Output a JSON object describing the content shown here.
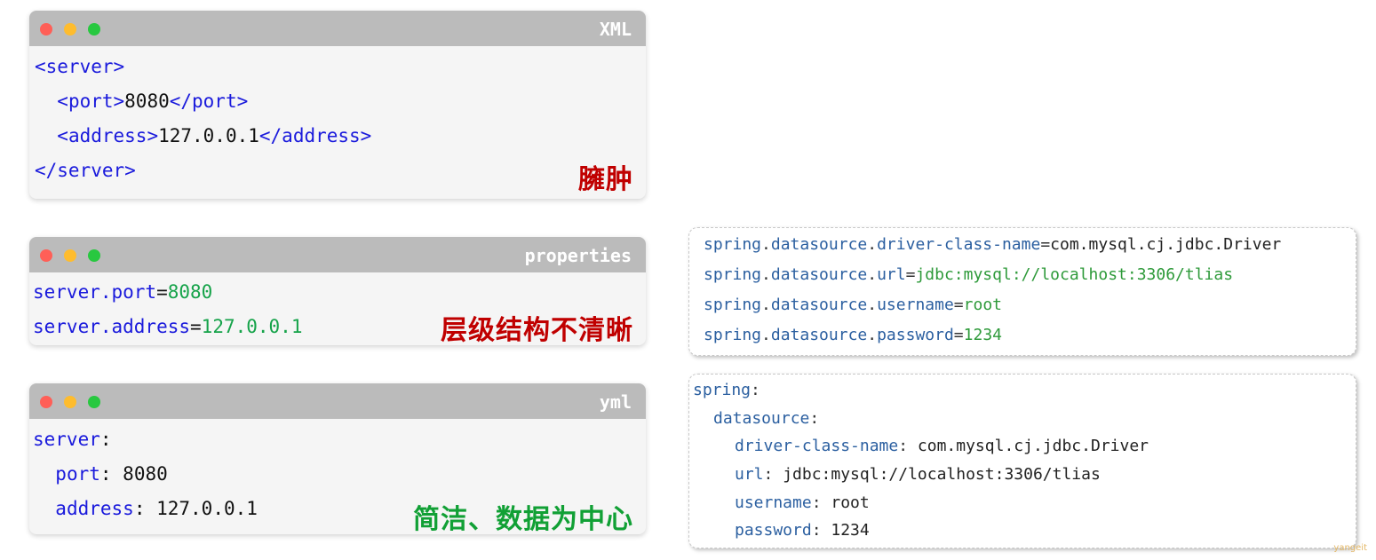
{
  "xml": {
    "lang": "XML",
    "lines": [
      "<server>",
      "<port>",
      "8080",
      "</port>",
      "<address>",
      "127.0.0.1",
      "</address>",
      "</server>"
    ],
    "note": "臃肿"
  },
  "properties": {
    "lang": "properties",
    "lines": [
      {
        "key": "server.port",
        "eq": "=",
        "val": "8080"
      },
      {
        "key": "server.address",
        "eq": "=",
        "val": "127.0.0.1"
      }
    ],
    "note": "层级结构不清晰"
  },
  "yml": {
    "lang": "yml",
    "lines": [
      {
        "key": "server",
        "sep": ":",
        "val": ""
      },
      {
        "key": "port",
        "sep": ":",
        "val": " 8080"
      },
      {
        "key": "address",
        "sep": ":",
        "val": " 127.0.0.1"
      }
    ],
    "note": "简洁、数据为中心"
  },
  "props_panel": {
    "lines": [
      {
        "prefix": "spring",
        "dot1": ".",
        "mid": "datasource",
        "dot2": ".",
        "key": "driver-class-name",
        "eq": "=",
        "val": "com.mysql.cj.jdbc.Driver"
      },
      {
        "prefix": "spring",
        "dot1": ".",
        "mid": "datasource",
        "dot2": ".",
        "key": "url",
        "eq": "=",
        "val": "jdbc:mysql://localhost:3306/tlias"
      },
      {
        "prefix": "spring",
        "dot1": ".",
        "mid": "datasource",
        "dot2": ".",
        "key": "username",
        "eq": "=",
        "val": "root"
      },
      {
        "prefix": "spring",
        "dot1": ".",
        "mid": "datasource",
        "dot2": ".",
        "key": "password",
        "eq": "=",
        "val": "1234"
      }
    ]
  },
  "yml_panel": {
    "lines": [
      {
        "key": "spring",
        "sep": ":",
        "val": ""
      },
      {
        "key": "datasource",
        "sep": ":",
        "val": ""
      },
      {
        "key": "driver-class-name",
        "sep": ":",
        "val": " com.mysql.cj.jdbc.Driver"
      },
      {
        "key": "url",
        "sep": ":",
        "val": " jdbc:mysql://localhost:3306/tlias"
      },
      {
        "key": "username",
        "sep": ":",
        "val": " root"
      },
      {
        "key": "password",
        "sep": ":",
        "val": " 1234"
      }
    ]
  },
  "watermark": "yangeit",
  "colors": {
    "titlebar": "#bbbbbb",
    "key_blue": "#1a1adc",
    "value_green": "#16a34a",
    "note_red": "#c00000",
    "note_green": "#11a035"
  }
}
